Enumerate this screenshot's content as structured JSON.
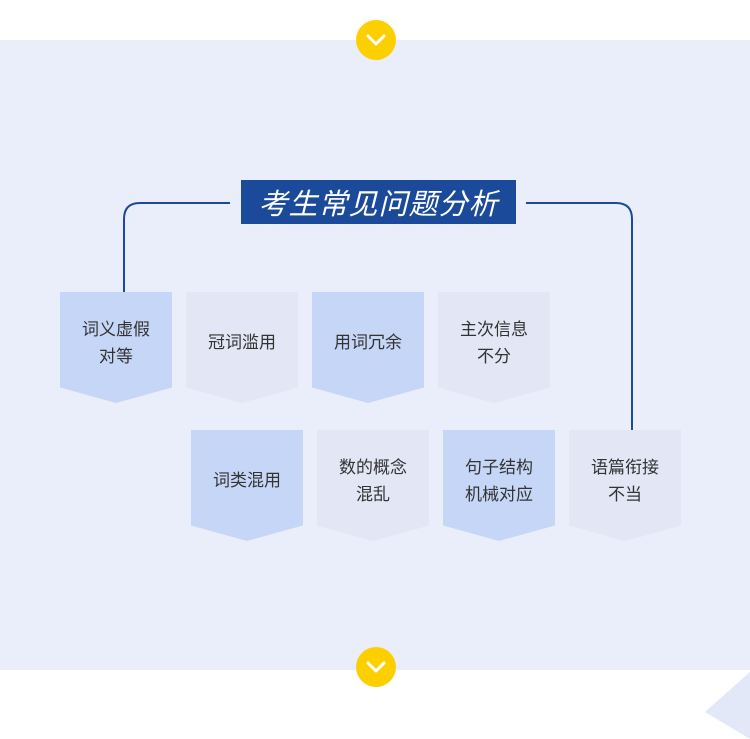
{
  "title": "考生常见问题分析",
  "colors": {
    "panel_bg": "#eaeefb",
    "title_bg": "#1c4a9a",
    "connector": "#1c4a9a",
    "card_blue": "#c6d6f7",
    "card_gray": "#e2e6f5",
    "chevron_circle": "#fcd000"
  },
  "icons": [
    "chevron-down-icon",
    "chevron-down-icon"
  ],
  "row1": [
    {
      "line1": "词义虚假",
      "line2": "对等",
      "tone": "blue"
    },
    {
      "line1": "冠词滥用",
      "line2": "",
      "tone": "gray"
    },
    {
      "line1": "用词冗余",
      "line2": "",
      "tone": "blue"
    },
    {
      "line1": "主次信息",
      "line2": "不分",
      "tone": "gray"
    }
  ],
  "row2": [
    {
      "line1": "词类混用",
      "line2": "",
      "tone": "blue"
    },
    {
      "line1": "数的概念",
      "line2": "混乱",
      "tone": "gray"
    },
    {
      "line1": "句子结构",
      "line2": "机械对应",
      "tone": "blue"
    },
    {
      "line1": "语篇衔接",
      "line2": "不当",
      "tone": "gray"
    }
  ]
}
